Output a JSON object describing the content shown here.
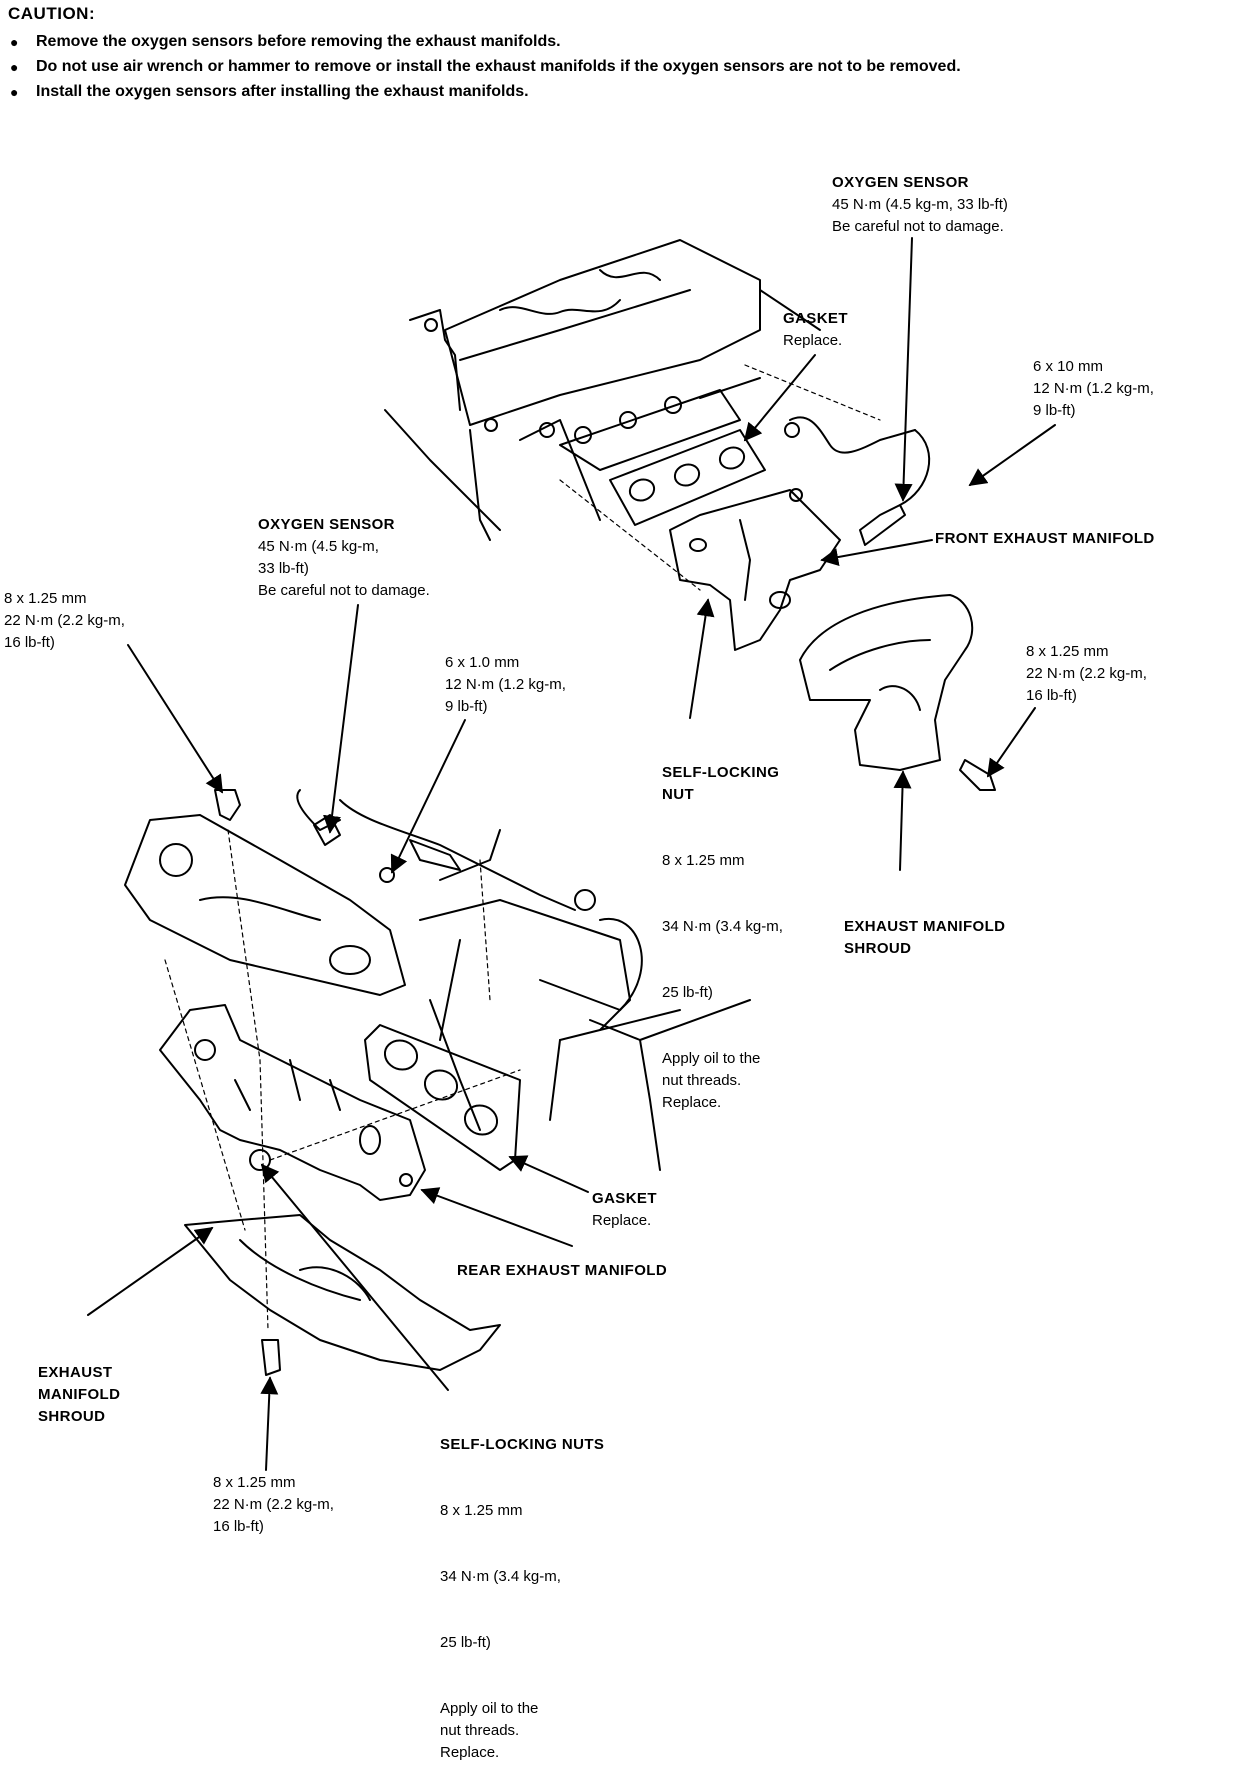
{
  "caution": {
    "title": "CAUTION:",
    "items": [
      "Remove the oxygen sensors before removing the exhaust manifolds.",
      "Do not use air wrench or hammer to remove or install the exhaust manifolds if the oxygen sensors are not to be removed.",
      "Install the oxygen sensors after installing the exhaust manifolds."
    ]
  },
  "labels": {
    "oxygen_sensor_front": {
      "title": "OXYGEN SENSOR",
      "lines": [
        "45 N·m (4.5 kg-m, 33 lb-ft)"
      ],
      "note": "Be careful not to damage."
    },
    "gasket_front": {
      "title": "GASKET",
      "lines": [],
      "note": "Replace."
    },
    "bolt_6x10": {
      "title": "",
      "lines": [
        "6 x 10 mm",
        "12 N·m (1.2 kg-m,",
        "9 lb-ft)"
      ],
      "note": ""
    },
    "front_exhaust_manifold": {
      "title": "FRONT EXHAUST MANIFOLD",
      "lines": [],
      "note": ""
    },
    "oxygen_sensor_rear": {
      "title": "OXYGEN SENSOR",
      "lines": [
        "45 N·m (4.5 kg-m,",
        "33 lb-ft)"
      ],
      "note": "Be careful not to damage."
    },
    "bolt_rear_top": {
      "title": "",
      "lines": [
        "8 x 1.25 mm",
        "22 N·m (2.2 kg-m,",
        "16 lb-ft)"
      ],
      "note": ""
    },
    "bolt_6x10_rear": {
      "title": "",
      "lines": [
        "6 x 1.0 mm",
        "12 N·m (1.2 kg-m,",
        "9 lb-ft)"
      ],
      "note": ""
    },
    "self_locking_nut_front": {
      "title": "SELF-LOCKING\nNUT",
      "lines": [
        "8 x 1.25 mm",
        "34 N·m (3.4 kg-m,",
        "25 lb-ft)"
      ],
      "note": "Apply oil to the\nnut threads.\nReplace."
    },
    "bolt_front_shroud": {
      "title": "",
      "lines": [
        "8 x 1.25 mm",
        "22 N·m (2.2 kg-m,",
        "16 lb-ft)"
      ],
      "note": ""
    },
    "exhaust_manifold_shroud_front": {
      "title": "EXHAUST MANIFOLD\nSHROUD",
      "lines": [],
      "note": ""
    },
    "gasket_rear": {
      "title": "GASKET",
      "lines": [],
      "note": "Replace."
    },
    "rear_exhaust_manifold": {
      "title": "REAR EXHAUST MANIFOLD",
      "lines": [],
      "note": ""
    },
    "exhaust_manifold_shroud_rear": {
      "title": "EXHAUST\nMANIFOLD\nSHROUD",
      "lines": [],
      "note": ""
    },
    "self_locking_nuts_rear": {
      "title": "SELF-LOCKING NUTS",
      "lines": [
        "8 x 1.25 mm",
        "34 N·m (3.4 kg-m,",
        "25 lb-ft)"
      ],
      "note": "Apply oil to the\nnut threads.\nReplace."
    },
    "bolt_rear_bottom": {
      "title": "",
      "lines": [
        "8 x 1.25 mm",
        "22 N·m (2.2 kg-m,",
        "16 lb-ft)"
      ],
      "note": ""
    }
  }
}
